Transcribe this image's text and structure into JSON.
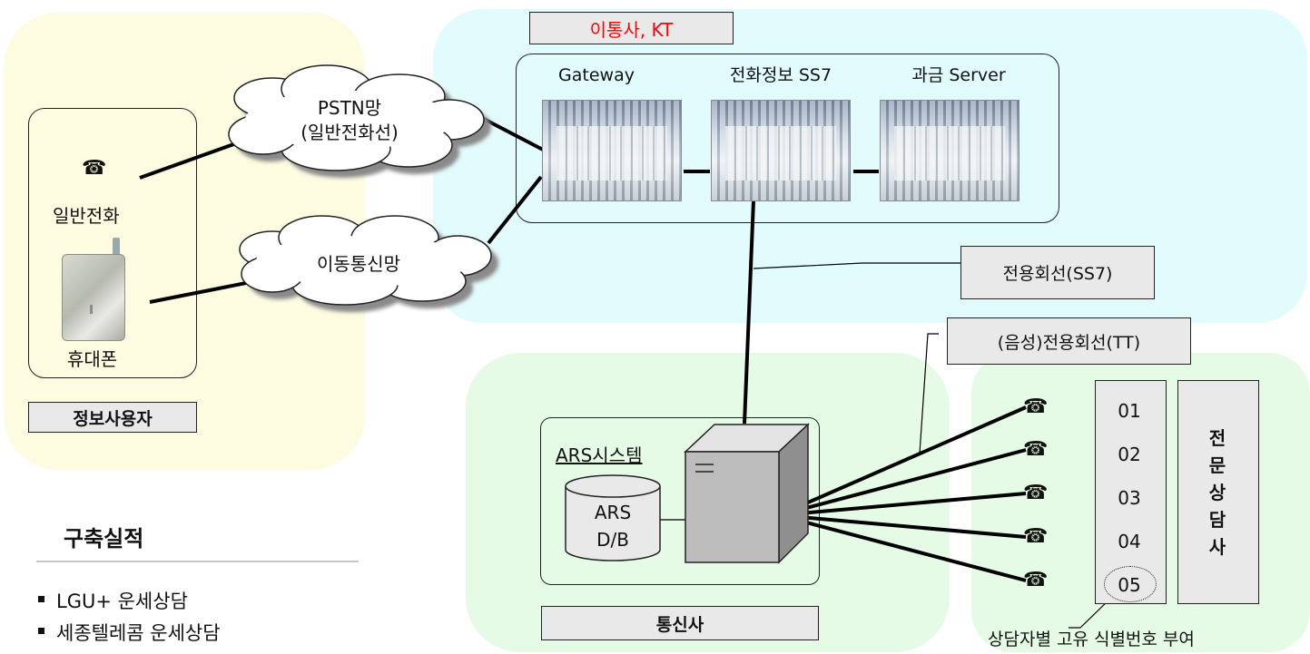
{
  "regions": {
    "carrier": {
      "title": "이통사, KT",
      "title_color": "#ff0000"
    }
  },
  "servers": [
    {
      "label": "Gateway"
    },
    {
      "label": "전화정보 SS7"
    },
    {
      "label": "과금 Server"
    }
  ],
  "user": {
    "phone_label": "일반전화",
    "mobile_label": "휴대폰",
    "box_label": "정보사용자"
  },
  "clouds": {
    "pstn_line1": "PSTN망",
    "pstn_line2": "(일반전화선)",
    "mobile": "이동통신망"
  },
  "lines": {
    "dedicated_ss7": "전용회선(SS7)",
    "dedicated_tt": "(음성)전용회선(TT)"
  },
  "telco": {
    "ars_system": "ARS시스템",
    "db_line1": "ARS",
    "db_line2": "D/B",
    "box_label": "통신사"
  },
  "counsel": {
    "ids": [
      "01",
      "02",
      "03",
      "04",
      "05"
    ],
    "company_label": [
      "전",
      "문",
      "상",
      "담",
      "사"
    ],
    "caption": "상담자별 고유 식별번호 부여"
  },
  "achievements": {
    "title": "구축실적",
    "items": [
      "LGU+ 운세상담",
      "세종텔레콤 운세상담"
    ]
  },
  "icons": {
    "phone": "telephone-icon",
    "bullet": "square-bullet-icon"
  }
}
